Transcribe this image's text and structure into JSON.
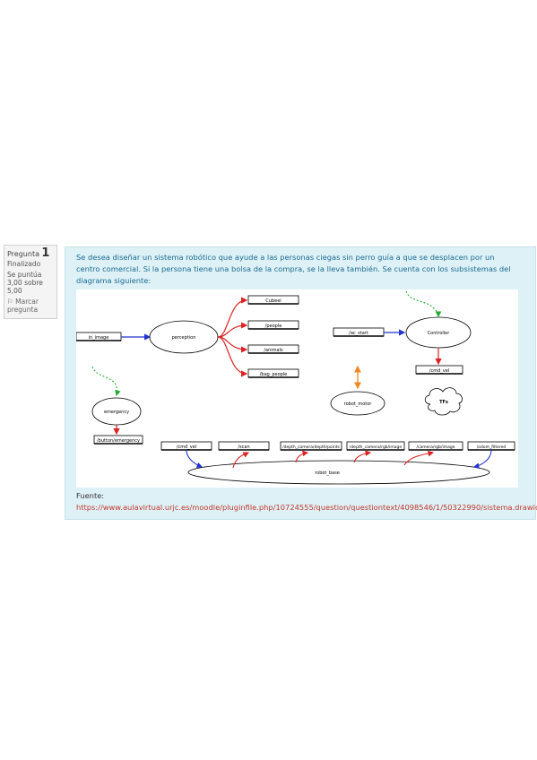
{
  "question_info": {
    "label": "Pregunta",
    "number": "1",
    "state": "Finalizado",
    "score": "Se puntúa 3,00 sobre 5,00",
    "flag_label": "Marcar pregunta"
  },
  "question": {
    "text": "Se desea diseñar un sistema robótico que ayude a las personas ciegas sin perro guía a que se desplacen por un centro comercial. Si la persona tiene una bolsa de la compra, se la lleva también. Se cuenta con los subsistemas del diagrama siguiente:",
    "source_label": "Fuente:",
    "source_url": "https://www.aulavirtual.urjc.es/moodle/pluginfile.php/10724555/question/questiontext/4098546/1/50322990/sistema.drawio"
  },
  "diagram": {
    "nodes": {
      "in_image": "in_image",
      "perception": "perception",
      "out1": "Cubeel",
      "out2": "/people",
      "out3": "/animals",
      "out4": "/bag_people",
      "ac_start": "/ac_start",
      "ctrl_node": "Controller",
      "out_cmd": "/cmd_vel",
      "button_node": "emergency",
      "out_button": "/button/emergency",
      "tf_node": "TFs",
      "motor_node": "robot_motor",
      "bottom_node": "robot_base",
      "bot_out1": "/cmd_vel",
      "bot_out2": "/scan",
      "bot_out3": "/depth_camera/depth/points",
      "bot_out4": "/depth_camera/rgb/image",
      "bot_out5": "/camera/rgb/image",
      "bot_out6": "/odom_filtered"
    },
    "colors": {
      "blue": "#2233cc",
      "red": "#dd2222",
      "green": "#22aa33",
      "orange": "#ee8822"
    }
  }
}
